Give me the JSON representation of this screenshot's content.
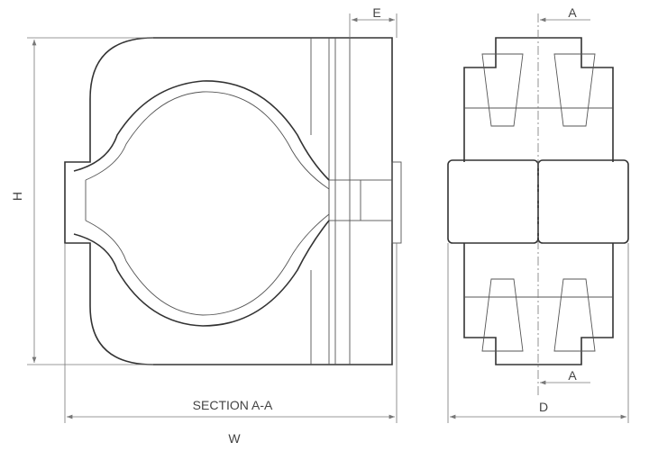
{
  "labels": {
    "e": "E",
    "a_top": "A",
    "a_bottom": "A",
    "h": "H",
    "section": "SECTION A-A",
    "w": "W",
    "d": "D"
  },
  "colors": {
    "line": "#333333",
    "dimension": "#777777"
  }
}
